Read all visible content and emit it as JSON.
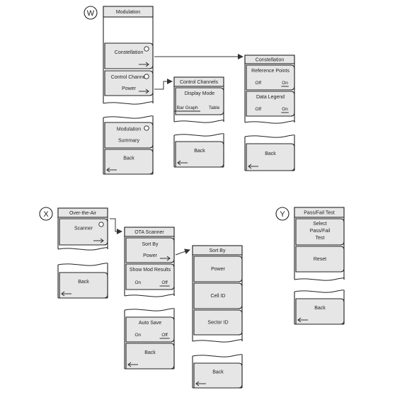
{
  "callouts": [
    "W",
    "X",
    "Y"
  ],
  "menus": [
    {
      "id": "modulation",
      "callout": "W",
      "title": "Modulation",
      "buttons": [
        {
          "lines": [
            "Constellation"
          ],
          "indicator": true,
          "arrow": "right"
        },
        {
          "lines": [
            "Control Channel",
            "Power"
          ],
          "indicator": true,
          "arrow": "right"
        },
        {
          "lines": [
            "Modulation",
            "Summary"
          ],
          "indicator": true
        },
        {
          "lines": [
            "Back"
          ],
          "arrow": "left"
        }
      ]
    },
    {
      "id": "control-channels",
      "title": "Control Channels",
      "buttons": [
        {
          "lines": [
            "Display Mode"
          ],
          "options": [
            "Bar Graph",
            "Table"
          ],
          "selected": 0
        },
        {
          "lines": [
            "Back"
          ],
          "arrow": "left"
        }
      ]
    },
    {
      "id": "constellation",
      "title": "Constellation",
      "buttons": [
        {
          "lines": [
            "Reference Points"
          ],
          "options": [
            "Off",
            "On"
          ],
          "selected": 1
        },
        {
          "lines": [
            "Data Legend"
          ],
          "options": [
            "Off",
            "On"
          ],
          "selected": 1
        },
        {
          "lines": [
            "Back"
          ],
          "arrow": "left"
        }
      ]
    },
    {
      "id": "over-the-air",
      "callout": "X",
      "title": "Over-the-Air",
      "buttons": [
        {
          "lines": [
            "Scanner"
          ],
          "indicator": true,
          "arrow": "right"
        },
        {
          "lines": [
            "Back"
          ],
          "arrow": "left"
        }
      ]
    },
    {
      "id": "ota-scanner",
      "title": "OTA Scanner",
      "buttons": [
        {
          "lines": [
            "Sort By",
            "Power"
          ],
          "arrow": "right"
        },
        {
          "lines": [
            "Show Mod Results"
          ],
          "options": [
            "On",
            "Off"
          ],
          "selected": 1
        },
        {
          "lines": [
            "Auto Save"
          ],
          "options": [
            "On",
            "Off"
          ],
          "selected": 1
        },
        {
          "lines": [
            "Back"
          ],
          "arrow": "left"
        }
      ]
    },
    {
      "id": "sort-by",
      "title": "Sort By",
      "buttons": [
        {
          "lines": [
            "Power"
          ]
        },
        {
          "lines": [
            "Cell ID"
          ]
        },
        {
          "lines": [
            "Sector ID"
          ]
        },
        {
          "lines": [
            "Back"
          ],
          "arrow": "left"
        }
      ]
    },
    {
      "id": "pass-fail-test",
      "callout": "Y",
      "title": "Pass/Fail Test",
      "buttons": [
        {
          "lines": [
            "Select",
            "Pass/Fail",
            "Test"
          ]
        },
        {
          "lines": [
            "Reset"
          ]
        },
        {
          "lines": [
            "Back"
          ],
          "arrow": "left"
        }
      ]
    }
  ]
}
